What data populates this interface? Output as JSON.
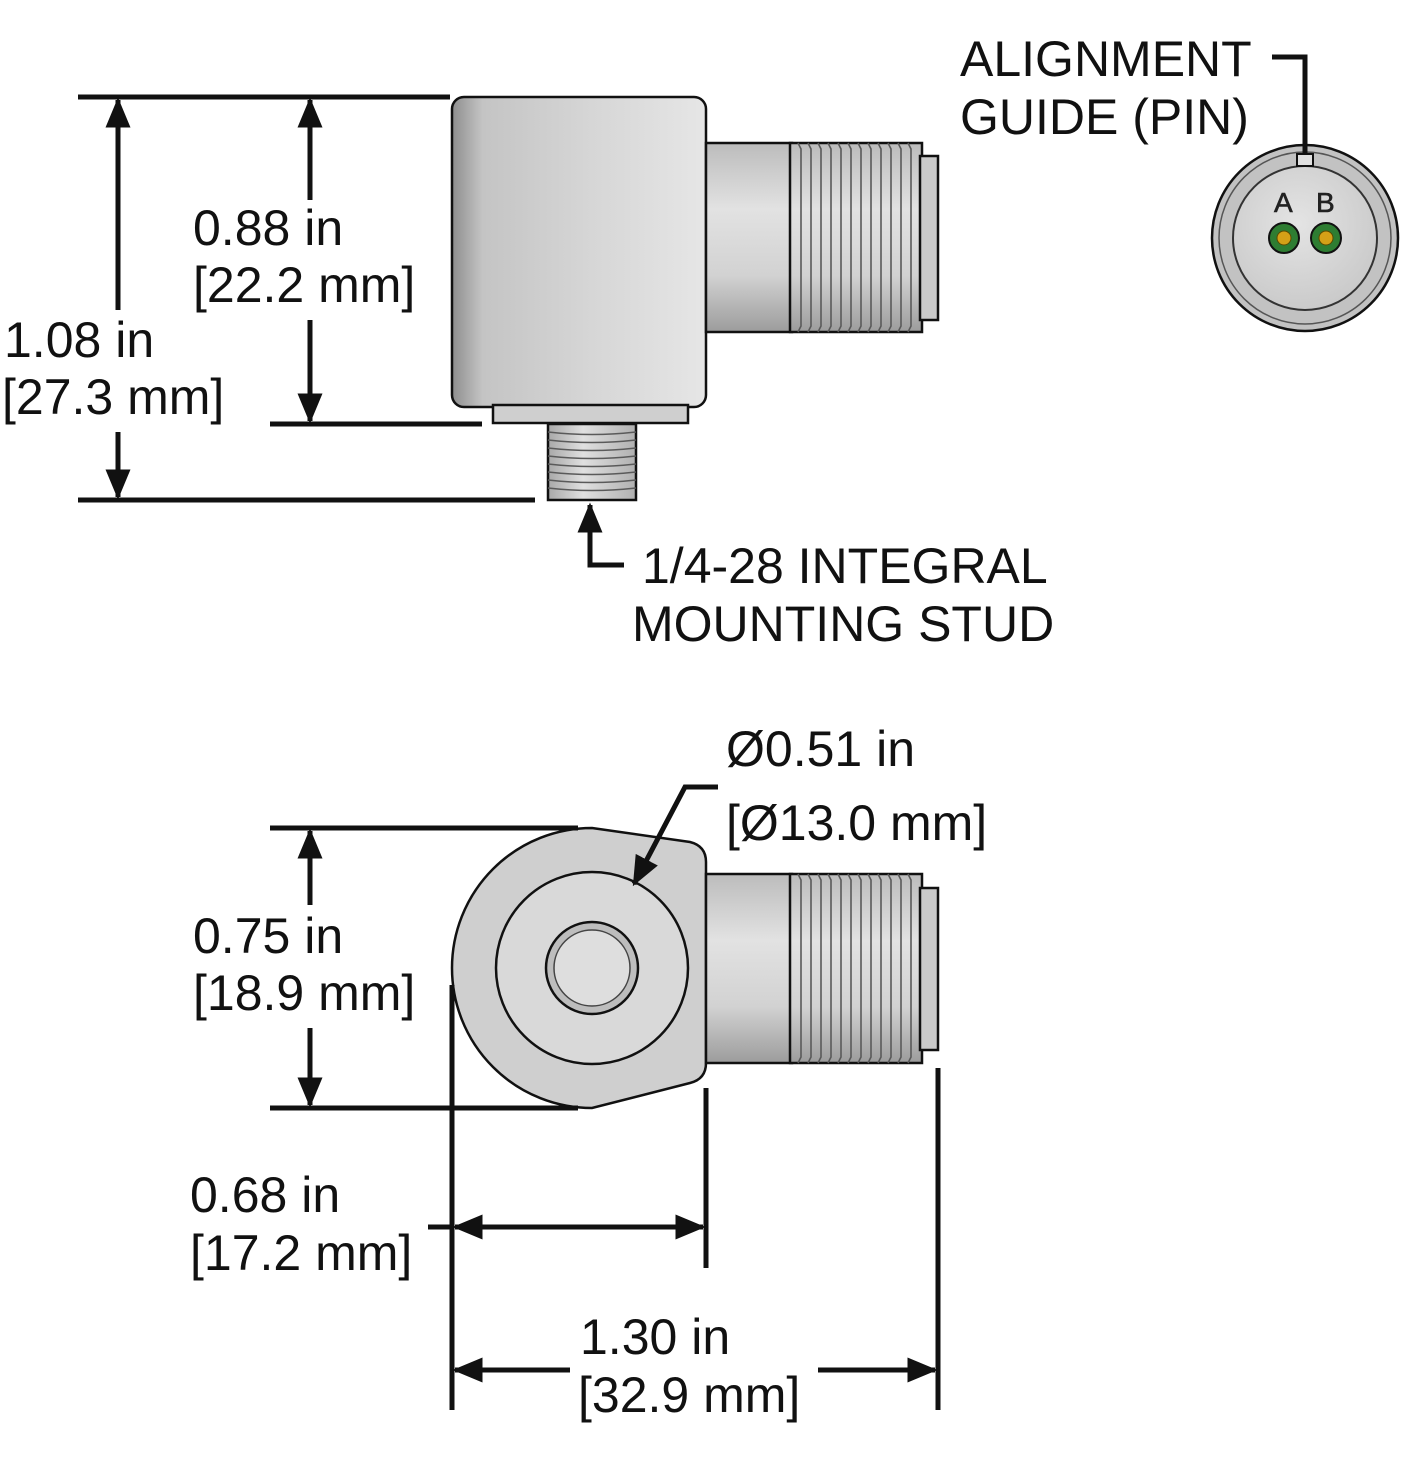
{
  "dimensions": {
    "overall_height": {
      "in": "1.08 in",
      "mm": "[27.3 mm]"
    },
    "body_height": {
      "in": "0.88 in",
      "mm": "[22.2 mm]"
    },
    "body_width": {
      "in": "0.75 in",
      "mm": "[18.9 mm]"
    },
    "head_diameter": {
      "in": "Ø0.51 in",
      "mm": "[Ø13.0 mm]"
    },
    "body_length": {
      "in": "0.68 in",
      "mm": "[17.2 mm]"
    },
    "overall_length": {
      "in": "1.30 in",
      "mm": "[32.9 mm]"
    }
  },
  "callouts": {
    "alignment_guide": {
      "line1": "ALIGNMENT",
      "line2": "GUIDE (PIN)"
    },
    "mounting_stud": {
      "line1": "1/4-28 INTEGRAL",
      "line2": "MOUNTING STUD"
    }
  },
  "connector_pins": {
    "a": "A",
    "b": "B"
  },
  "colors": {
    "line": "#111111",
    "body_light": "#dcdcdc",
    "body_dark": "#9a9a9a",
    "pin_ring": "#2e7d32",
    "pin_core": "#d4a017"
  }
}
